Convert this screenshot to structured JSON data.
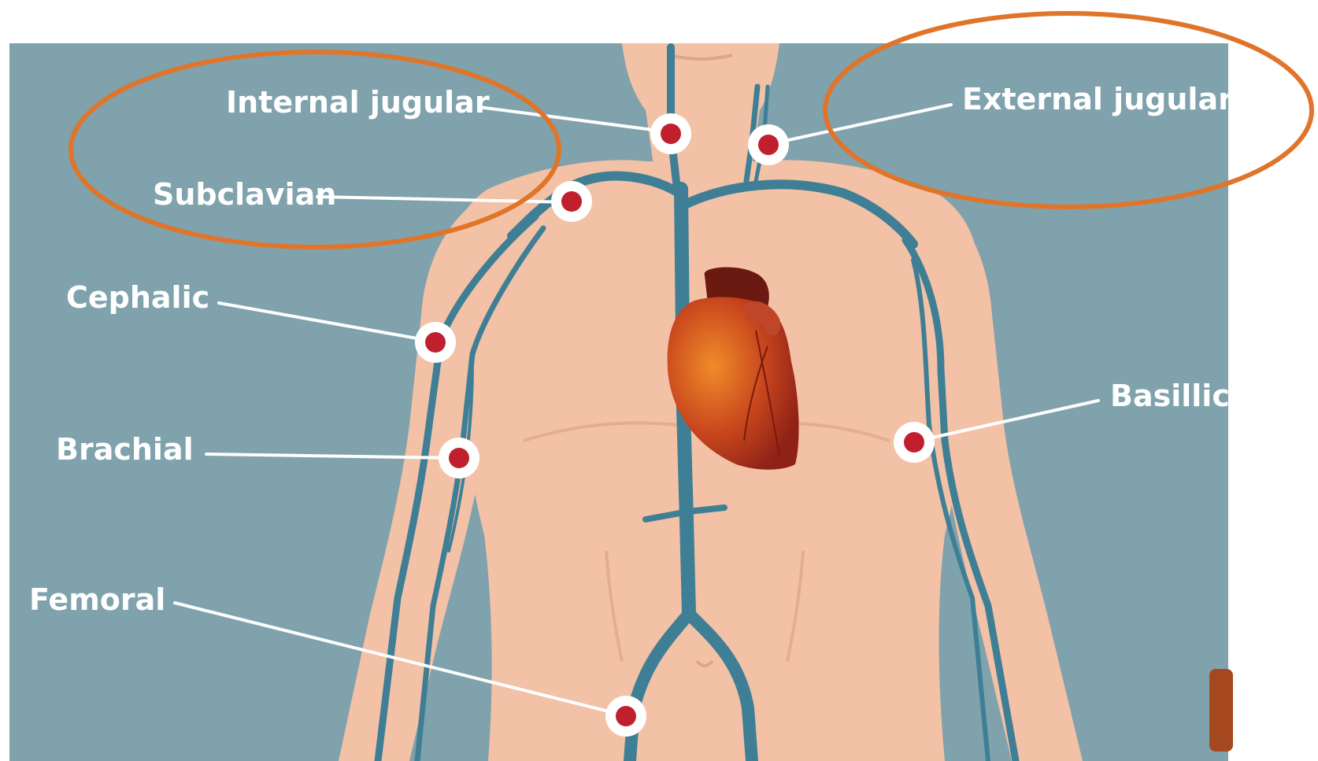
{
  "figure": {
    "background_color": "#7fa2ac",
    "skin_color": "#f2c1a6",
    "vein_color": "#3f7f96",
    "marker_color": "#c0202e",
    "highlight_color": "#e0752a"
  },
  "labels": {
    "internal_jugular": "Internal jugular",
    "external_jugular": "External jugular",
    "subclavian": "Subclavian",
    "cephalic": "Cephalic",
    "brachial": "Brachial",
    "basillic": "Basillic",
    "femoral": "Femoral"
  },
  "icons": {
    "heart": "heart-icon",
    "site_marker": "injection-site-marker"
  }
}
